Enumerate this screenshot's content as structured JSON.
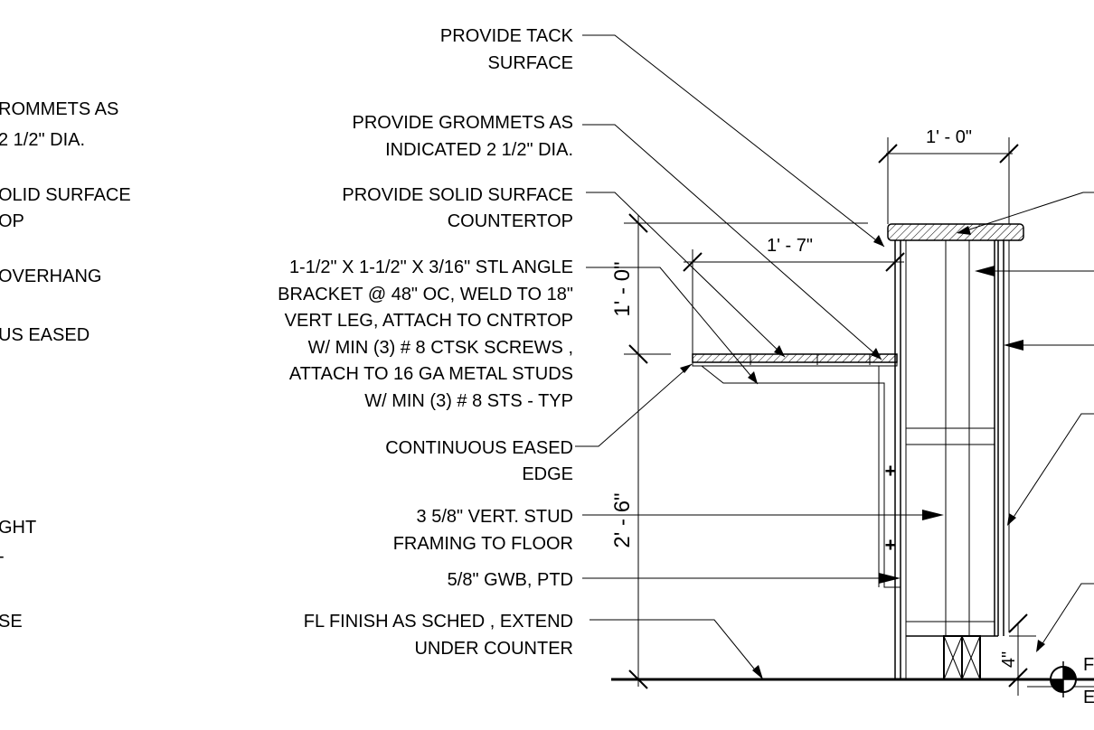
{
  "left_cut_notes": [
    "ROMMETS AS",
    "2 1/2\" DIA.",
    "OLID SURFACE",
    "OP",
    "OVERHANG",
    "US EASED",
    "GHT",
    "-",
    "SE"
  ],
  "callouts": {
    "tack_surface": [
      "PROVIDE TACK",
      "SURFACE"
    ],
    "grommets": [
      "PROVIDE GROMMETS AS",
      "INDICATED 2 1/2\" DIA."
    ],
    "solid_surface": [
      "PROVIDE SOLID SURFACE",
      "COUNTERTOP"
    ],
    "angle_bracket": [
      "1-1/2\" X 1-1/2\" X 3/16\" STL ANGLE",
      "BRACKET @ 48\" OC, WELD TO 18\"",
      "VERT LEG, ATTACH TO CNTRTOP",
      "W/ MIN (3) # 8 CTSK SCREWS ,",
      "ATTACH TO 16 GA METAL STUDS",
      "W/ MIN (3) # 8 STS - TYP"
    ],
    "eased_edge": [
      "CONTINUOUS EASED",
      "EDGE"
    ],
    "stud_framing": [
      "3 5/8\" VERT. STUD",
      "FRAMING TO FLOOR"
    ],
    "gwb": [
      "5/8\" GWB, PTD"
    ],
    "floor_finish": [
      "FL FINISH AS SCHED , EXTEND",
      "UNDER COUNTER"
    ]
  },
  "dimensions": {
    "wall_width": "1' - 0\"",
    "overhang": "1' - 7\"",
    "counter_rise": "1' - 0\"",
    "counter_height": "2' - 6\"",
    "base_height": "4\""
  },
  "right_edge_letters": [
    "F",
    "E"
  ]
}
